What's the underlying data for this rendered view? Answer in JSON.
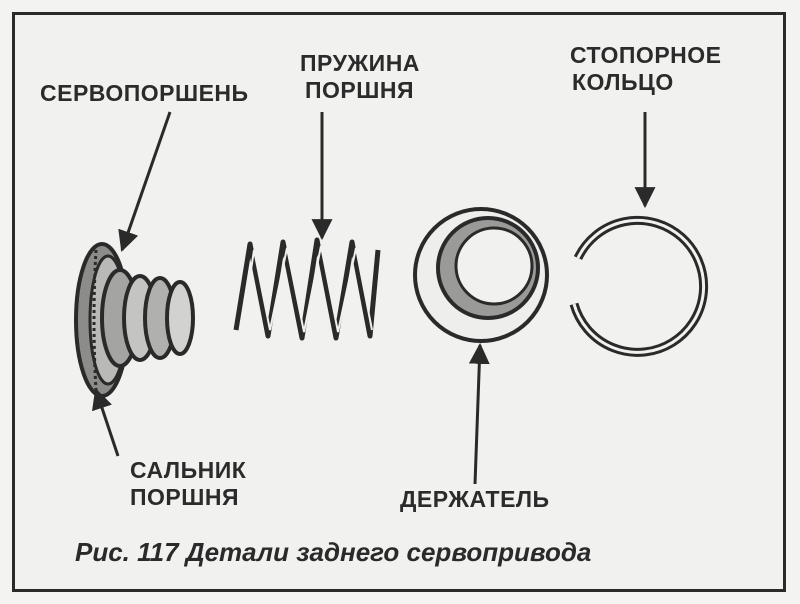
{
  "labels": {
    "servo_piston": "СЕРВОПОРШЕНЬ",
    "piston_spring_line1": "ПРУЖИНА",
    "piston_spring_line2": "ПОРШНЯ",
    "retaining_ring_line1": "СТОПОРНОЕ",
    "retaining_ring_line2": "КОЛЬЦО",
    "piston_seal_line1": "САЛЬНИК",
    "piston_seal_line2": "ПОРШНЯ",
    "retainer": "ДЕРЖАТЕЛЬ"
  },
  "caption": "Рис. 117 Детали заднего сервопривода",
  "colors": {
    "ink": "#2a2a2a",
    "paper": "#f1f1ef",
    "fill": "#9a9a98"
  }
}
